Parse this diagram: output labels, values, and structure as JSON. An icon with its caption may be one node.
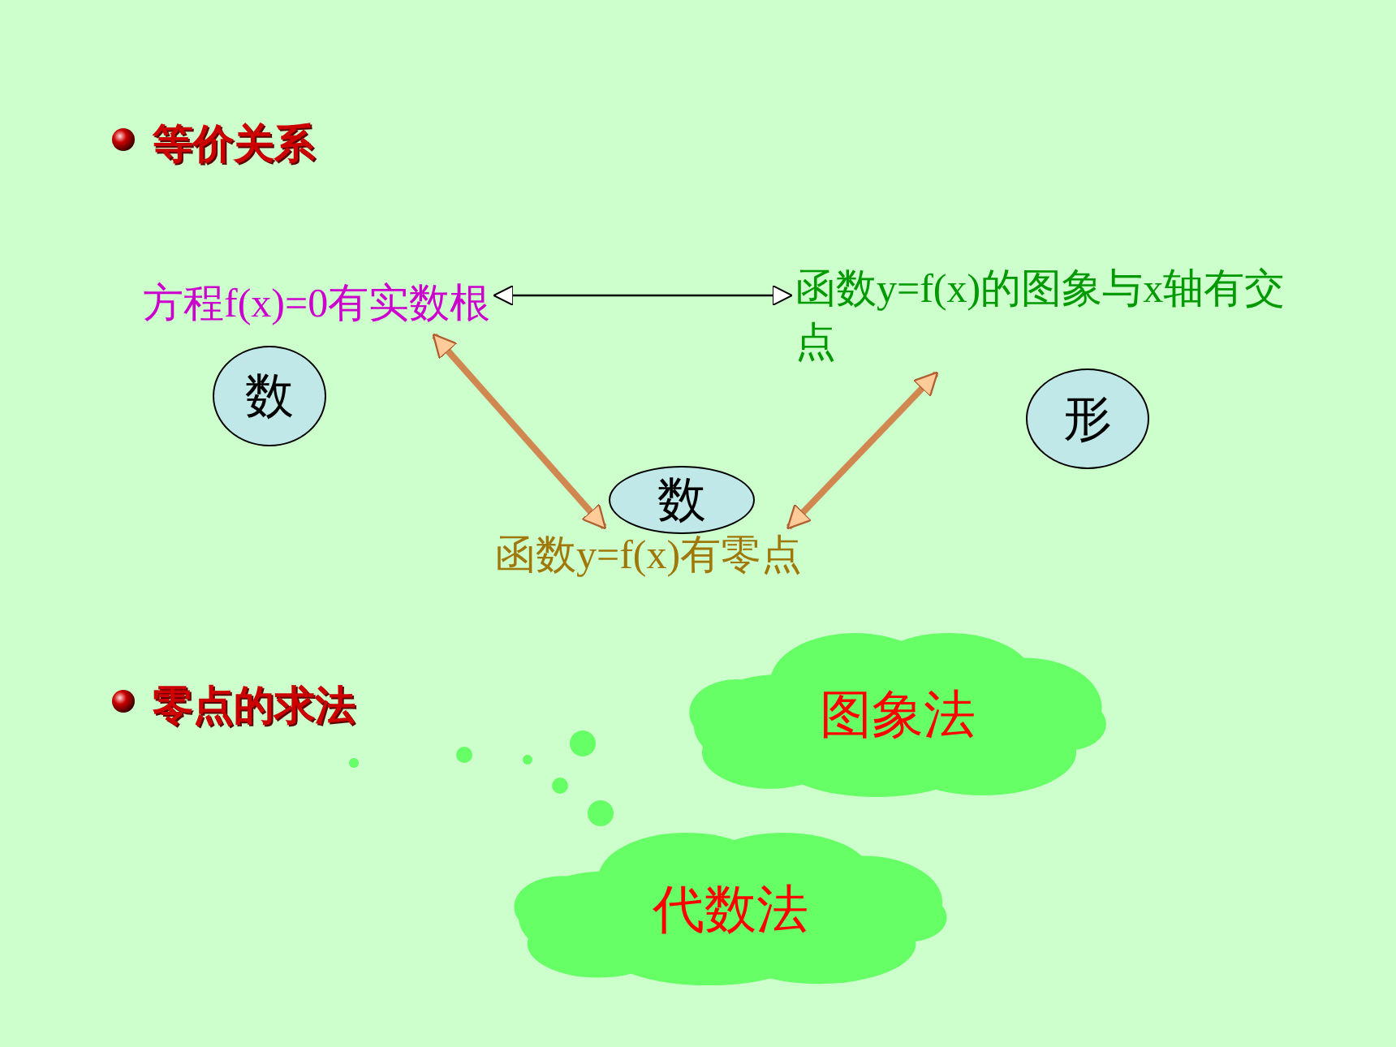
{
  "diagram": {
    "nodes": [
      {
        "text": [
          "方程f(x)=0有实数根"
        ]
      },
      {
        "text": [
          "函数y=f(x)的图象与x轴有交点"
        ]
      },
      {
        "text": [
          "数"
        ]
      },
      {
        "text": [
          "形"
        ]
      },
      {
        "text": [
          "数"
        ]
      },
      {
        "text": [
          "函数y=f(x)有零点"
        ]
      },
      {
        "text": [
          "图象法"
        ]
      },
      {
        "text": [
          "代数法"
        ]
      }
    ],
    "edges": [
      {
        "from": 0,
        "to": 1,
        "arrow": "both",
        "color": "#000000"
      },
      {
        "from": 0,
        "to": 5,
        "arrow": "both"
      },
      {
        "from": 1,
        "to": 5,
        "arrow": "both"
      }
    ],
    "labels": [
      "等价关系",
      "零点的求法"
    ]
  }
}
